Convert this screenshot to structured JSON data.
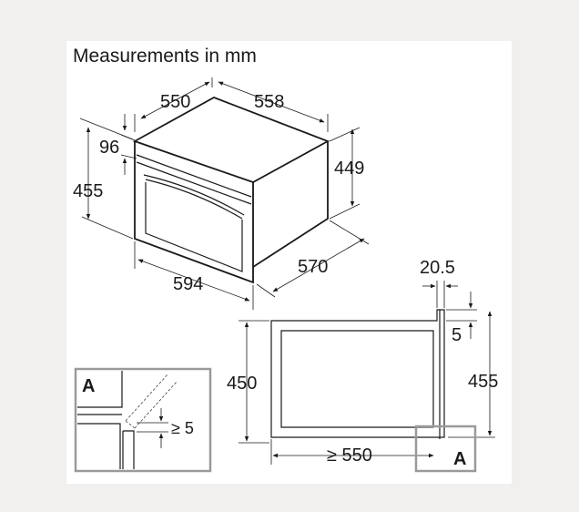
{
  "title": "Measurements in mm",
  "dimensions": {
    "top_depth": "550",
    "top_width": "558",
    "front_offset": "96",
    "side_height": "455",
    "back_height": "449",
    "front_width": "594",
    "side_depth": "570",
    "niche_lip": "20.5",
    "niche_gap": "5",
    "niche_height": "450",
    "niche_total_height": "455",
    "niche_depth": "≥ 550",
    "detail_gap": "≥ 5"
  },
  "markers": {
    "detail_label": "A",
    "niche_label": "A"
  }
}
